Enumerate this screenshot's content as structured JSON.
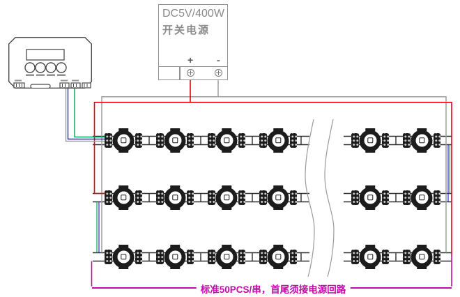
{
  "power_supply": {
    "line1": "DC5V/400W",
    "line2": "开关电源",
    "positive_label": "+",
    "negative_label": "-"
  },
  "note": {
    "text": "标准50PCS/串，首尾须接电源回路"
  },
  "panel": {
    "rows": [
      {
        "y": 201.5
      },
      {
        "y": 283.5
      },
      {
        "y": 368.5
      }
    ],
    "module_x_left": [
      177,
      251,
      325,
      399
    ],
    "module_x_right": [
      531,
      605
    ],
    "rail_left_span": [
      133,
      444
    ],
    "rail_right_span": [
      493,
      648
    ],
    "tick_x": [
      152,
      214,
      288,
      362,
      432,
      507,
      568
    ]
  },
  "colors": {
    "power_positive": "#e60012",
    "power_negative": "#9e9e9e",
    "return_loop": "#c608ad",
    "signal_green": "#00a54f",
    "signal_blue": "#2b2bd2",
    "frame": "#9e9e9e",
    "module_body": "#1c1c1c",
    "rail": "#2f2f2f"
  }
}
